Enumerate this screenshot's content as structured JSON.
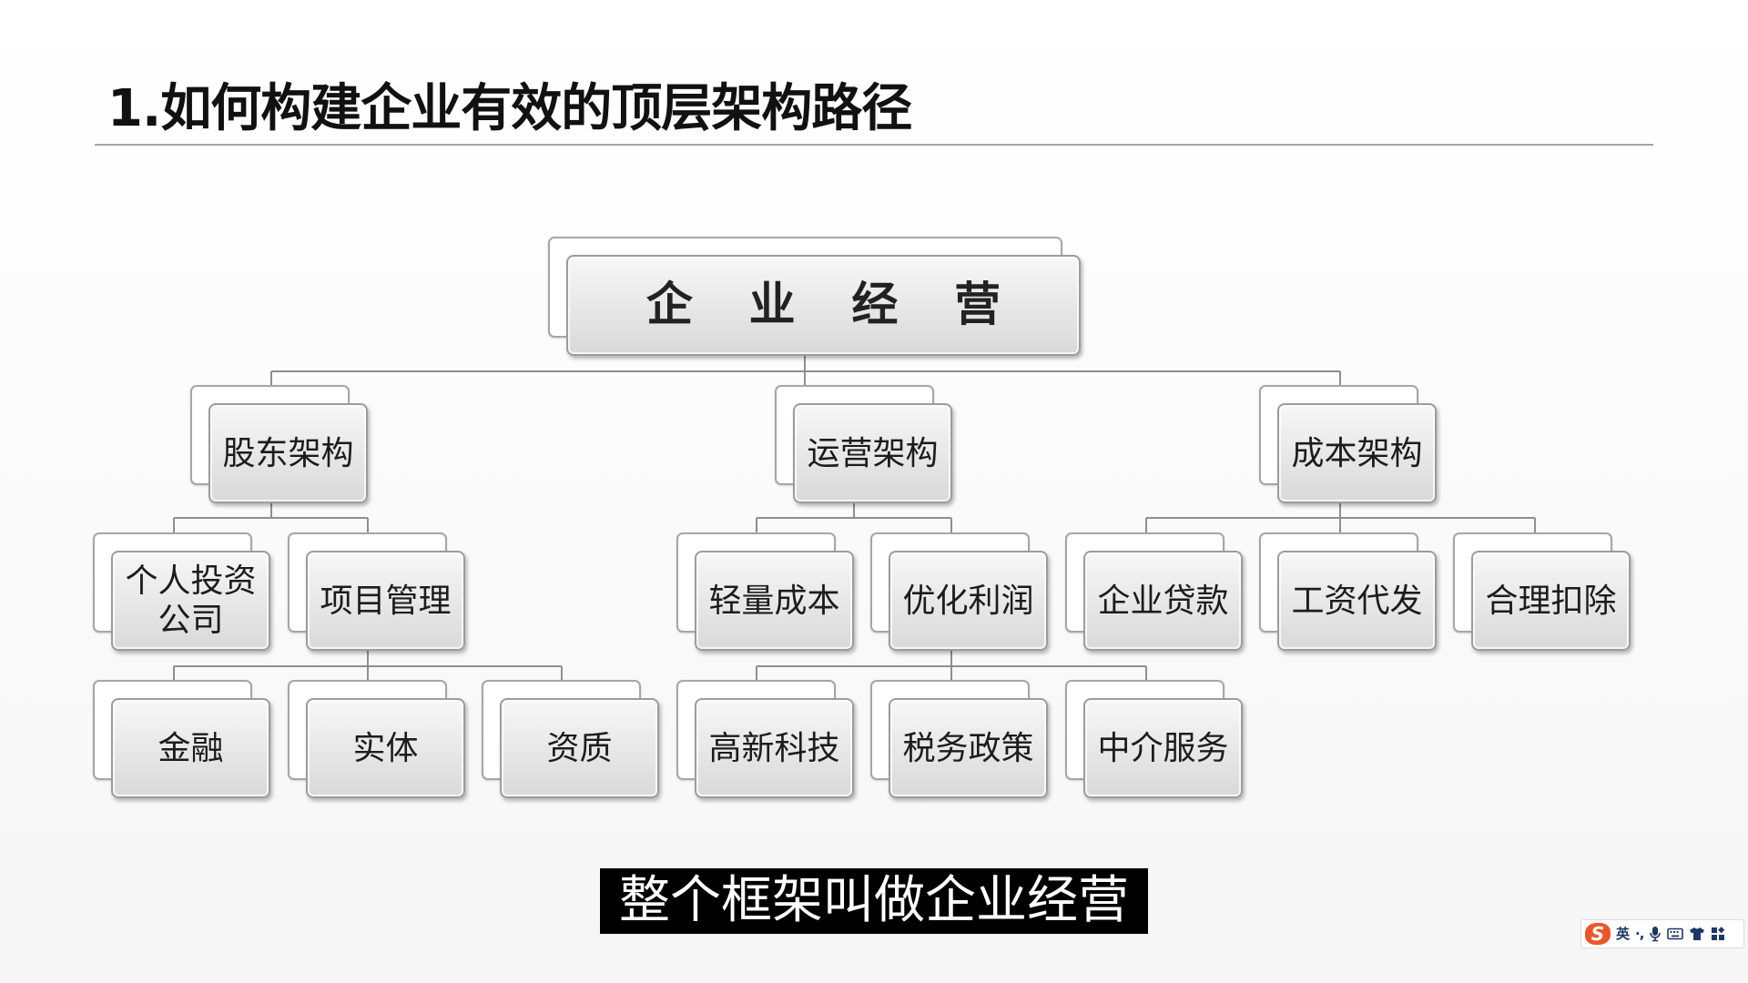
{
  "slide": {
    "title": "1.如何构建企业有效的顶层架构路径"
  },
  "diagram": {
    "root": {
      "label": "企 业 经 营"
    },
    "branches": [
      {
        "label": "股东架构",
        "children": [
          {
            "label": "个人投资公司"
          },
          {
            "label": "项目管理",
            "children": [
              {
                "label": "金融"
              },
              {
                "label": "实体"
              },
              {
                "label": "资质"
              }
            ]
          }
        ]
      },
      {
        "label": "运营架构",
        "children": [
          {
            "label": "轻量成本"
          },
          {
            "label": "优化利润",
            "children": [
              {
                "label": "高新科技"
              },
              {
                "label": "税务政策"
              },
              {
                "label": "中介服务"
              }
            ]
          }
        ]
      },
      {
        "label": "成本架构",
        "children": [
          {
            "label": "企业贷款"
          },
          {
            "label": "工资代发"
          },
          {
            "label": "合理扣除"
          }
        ]
      }
    ]
  },
  "subtitle": {
    "text": "整个框架叫做企业经营"
  },
  "ime_toolbar": {
    "logo_text": "S",
    "mode_label": "英",
    "punctuation_label": "·,",
    "icons": [
      "mic-icon",
      "keyboard-icon",
      "skin-icon",
      "toolbox-icon"
    ]
  },
  "colors": {
    "subtitle_background": "#000000",
    "subtitle_text": "#ffffff",
    "ime_logo": "#e9572b",
    "ime_icons": "#1d3766",
    "node_fill": "#dcdcdc",
    "connector": "#8f8f8f"
  }
}
